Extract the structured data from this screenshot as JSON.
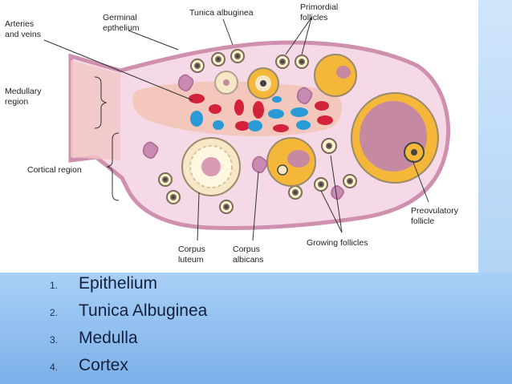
{
  "diagram": {
    "labels": {
      "arteries_line1": "Arteries",
      "arteries_line2": "and veins",
      "germinal_line1": "Germinal",
      "germinal_line2": "epthelium",
      "tunica": "Tunica albuginea",
      "primordial_line1": "Primordial",
      "primordial_line2": "follicles",
      "medullary_line1": "Medullary",
      "medullary_line2": "region",
      "cortical": "Cortical region",
      "corpus_luteum_line1": "Corpus",
      "corpus_luteum_line2": "luteum",
      "corpus_albicans_line1": "Corpus",
      "corpus_albicans_line2": "albicans",
      "growing": "Growing follicles",
      "preovulatory_line1": "Preovulatory",
      "preovulatory_line2": "follicle"
    },
    "colors": {
      "stroma": "#f6d9e6",
      "outline": "#cf8fae",
      "medulla": "#f3c3b4",
      "follicle_ring": "#f4b73a",
      "antrum": "#c58aa2",
      "vessel_red": "#d2233a",
      "vessel_blue": "#2a9ad6"
    }
  },
  "list": {
    "items": [
      {
        "num": "1.",
        "text": "Epithelium"
      },
      {
        "num": "2.",
        "text": "Tunica Albuginea"
      },
      {
        "num": "3.",
        "text": "Medulla"
      },
      {
        "num": "4.",
        "text": "Cortex"
      }
    ]
  }
}
